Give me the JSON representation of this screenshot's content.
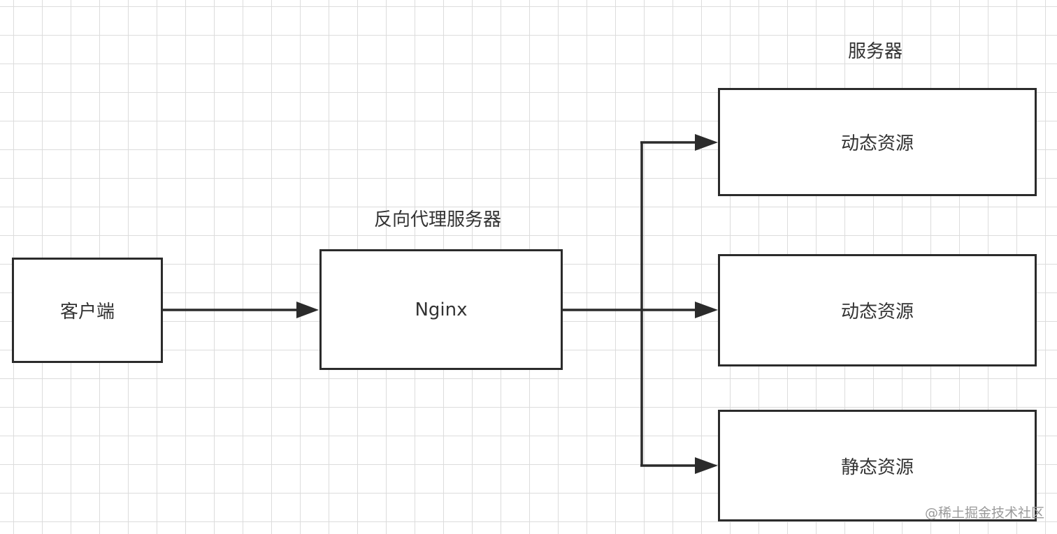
{
  "diagram": {
    "labels": {
      "proxy_caption": "反向代理服务器",
      "servers_caption": "服务器"
    },
    "nodes": {
      "client": "客户端",
      "nginx": "Nginx",
      "dynamic_1": "动态资源",
      "dynamic_2": "动态资源",
      "static": "静态资源"
    },
    "edges": [
      {
        "from": "client",
        "to": "nginx"
      },
      {
        "from": "nginx",
        "to": "dynamic_1"
      },
      {
        "from": "nginx",
        "to": "dynamic_2"
      },
      {
        "from": "nginx",
        "to": "static"
      }
    ]
  },
  "watermark": "@稀土掘金技术社区",
  "colors": {
    "stroke": "#2b2b2b",
    "text": "#333333",
    "grid": "#dcdcdc",
    "watermark": "#9a9a9a"
  }
}
